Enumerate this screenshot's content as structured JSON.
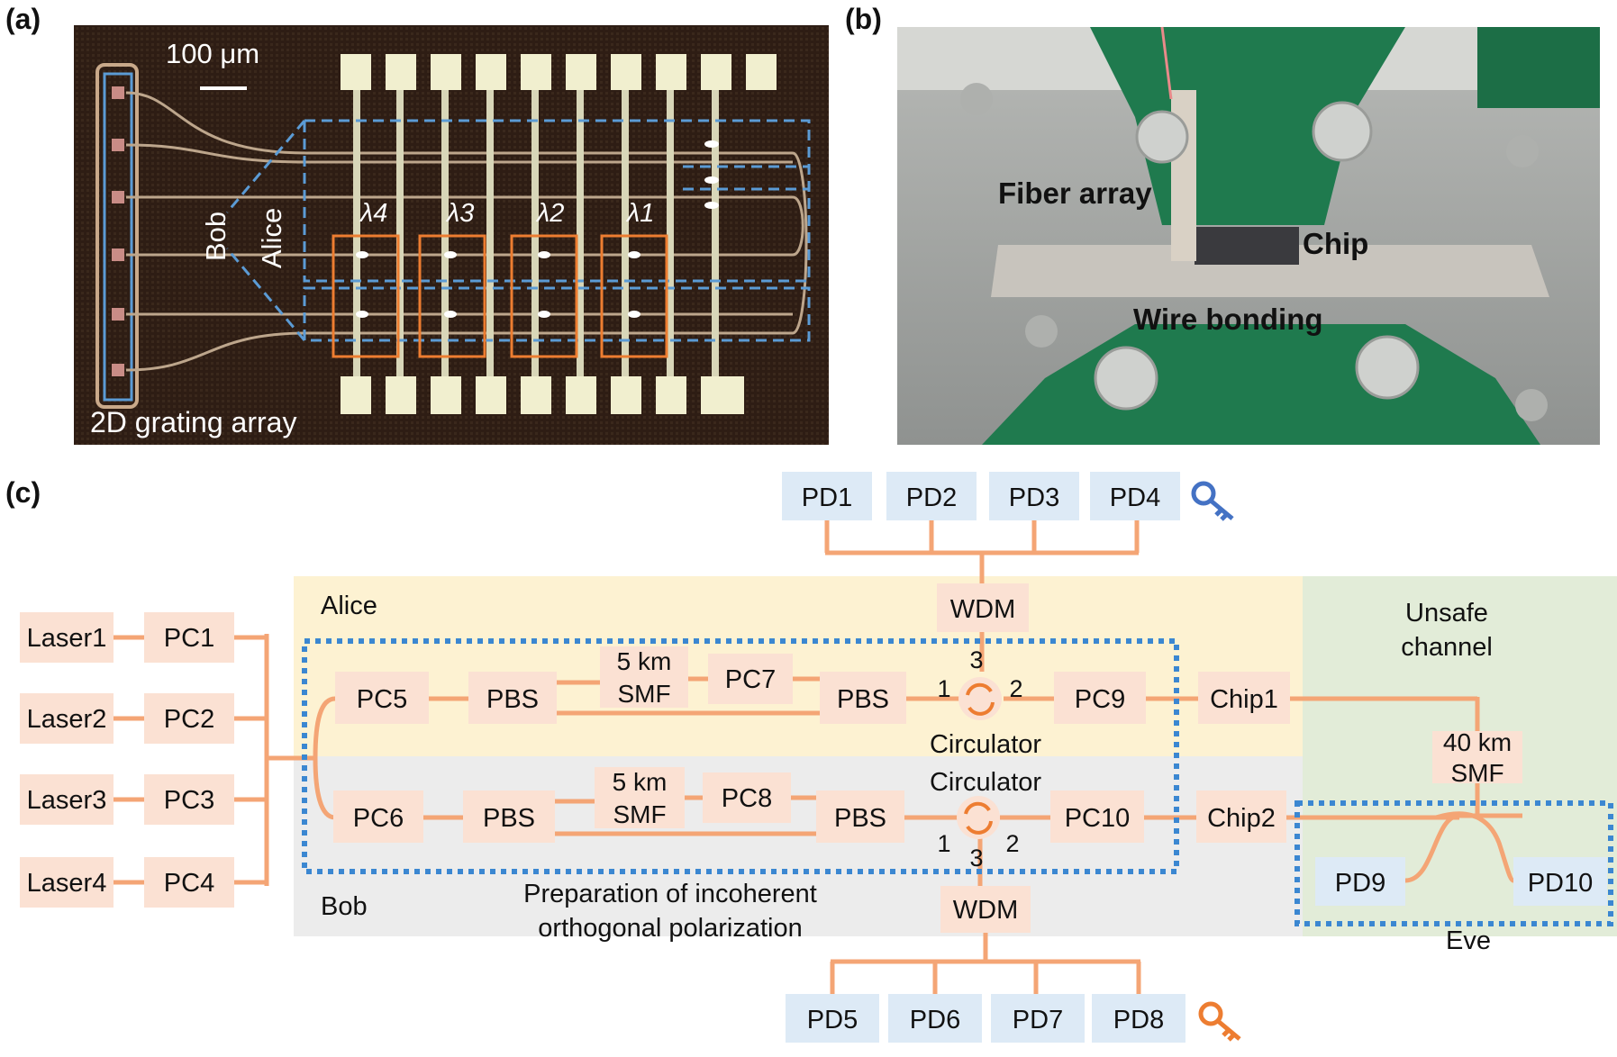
{
  "panels": {
    "a": "(a)",
    "b": "(b)",
    "c": "(c)"
  },
  "chip_photo": {
    "scale_bar": "100 μm",
    "bob": "Bob",
    "alice": "Alice",
    "lambdas": [
      "λ4",
      "λ3",
      "λ2",
      "λ1"
    ],
    "grating": "2D grating array"
  },
  "setup_photo": {
    "fiber_array": "Fiber array",
    "chip": "Chip",
    "wire_bonding": "Wire bonding"
  },
  "schematic": {
    "regions": {
      "alice": "Alice",
      "bob": "Bob",
      "unsafe_line1": "Unsafe",
      "unsafe_line2": "channel",
      "eve": "Eve",
      "prep_line1": "Preparation of incoherent",
      "prep_line2": "orthogonal polarization"
    },
    "detectors_top": [
      "PD1",
      "PD2",
      "PD3",
      "PD4"
    ],
    "detectors_bottom": [
      "PD5",
      "PD6",
      "PD7",
      "PD8"
    ],
    "lasers": [
      "Laser1",
      "Laser2",
      "Laser3",
      "Laser4"
    ],
    "input_pcs": [
      "PC1",
      "PC2",
      "PC3",
      "PC4"
    ],
    "alice_chain": {
      "pc_in": "PC5",
      "pbs1": "PBS",
      "smf_line1": "5 km",
      "smf_line2": "SMF",
      "pc_mid": "PC7",
      "pbs2": "PBS",
      "pc_out": "PC9",
      "chip": "Chip1",
      "wdm": "WDM"
    },
    "bob_chain": {
      "pc_in": "PC6",
      "pbs1": "PBS",
      "smf_line1": "5 km",
      "smf_line2": "SMF",
      "pc_mid": "PC8",
      "pbs2": "PBS",
      "pc_out": "PC10",
      "chip": "Chip2",
      "wdm": "WDM"
    },
    "circulator_top": {
      "label": "Circulator",
      "p1": "1",
      "p2": "2",
      "p3": "3"
    },
    "circulator_bottom": {
      "label": "Circulator",
      "p1": "1",
      "p2": "2",
      "p3": "3"
    },
    "fiber_40km_line1": "40 km",
    "fiber_40km_line2": "SMF",
    "eve_detectors": [
      "PD9",
      "PD10"
    ],
    "colors": {
      "fiber": "#f4a575",
      "alice_bg": "#fdf2d2",
      "bob_bg": "#ececec",
      "channel_bg": "#e2ecd8",
      "pink_box": "#fbe1d3",
      "blue_box": "#ddeaf6",
      "dotted_border": "#3b87d1",
      "key_blue": "#4472c4",
      "key_orange": "#ed7d31"
    }
  }
}
